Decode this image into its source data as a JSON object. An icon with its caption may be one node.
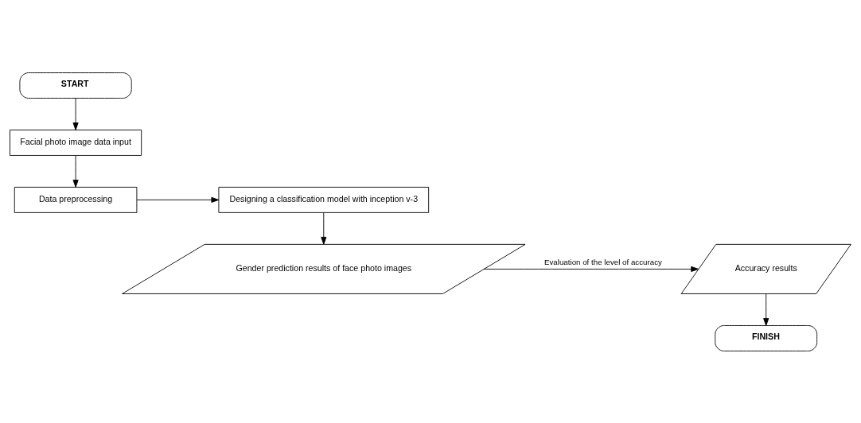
{
  "diagram": {
    "nodes": [
      {
        "text": [
          "START"
        ]
      },
      {
        "text": [
          "Facial photo image data input"
        ]
      },
      {
        "text": [
          "Data preprocessing"
        ]
      },
      {
        "text": [
          "Designing a classification model with inception v-3"
        ]
      },
      {
        "text": [
          "Gender prediction results of face photo images"
        ]
      },
      {
        "text": [
          "Accuracy results"
        ]
      },
      {
        "text": [
          "FINISH"
        ]
      }
    ],
    "edges": [
      {
        "from": 0,
        "to": 1,
        "arrow": "to"
      },
      {
        "from": 1,
        "to": 2,
        "arrow": "to"
      },
      {
        "from": 2,
        "to": 3,
        "arrow": "to"
      },
      {
        "from": 3,
        "to": 4,
        "arrow": "to"
      },
      {
        "from": 4,
        "to": 5,
        "arrow": "to",
        "label": "Evaluation of the level of accuracy"
      },
      {
        "from": 5,
        "to": 6,
        "arrow": "to"
      }
    ]
  }
}
